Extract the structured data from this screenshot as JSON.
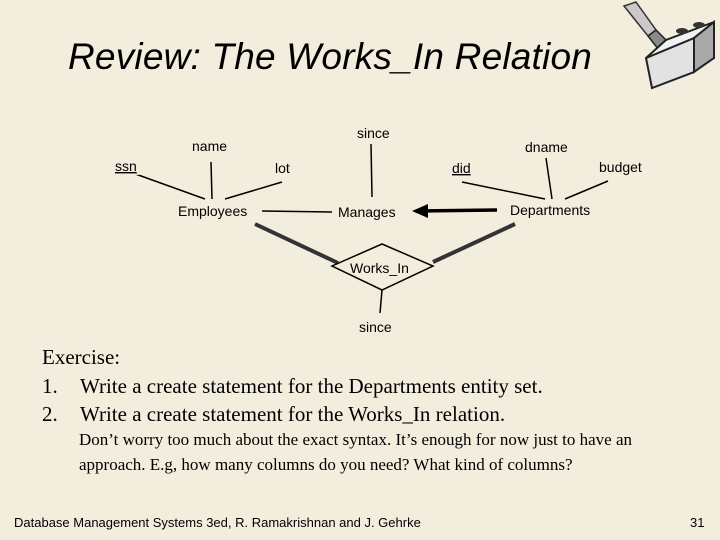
{
  "slide": {
    "title": "Review: The Works_In Relation",
    "exercise_heading": "Exercise:",
    "exercise_items": [
      {
        "num": "1.",
        "text": "Write a create statement for the Departments entity set."
      },
      {
        "num": "2.",
        "text": "Write a create statement for the Works_In relation."
      }
    ],
    "note": "Don’t worry too much about the exact syntax. It’s enough for now just to have an approach. E.g, how many columns do  you need? What kind of columns?",
    "footer": "Database Management Systems 3ed,  R. Ramakrishnan and J. Gehrke",
    "page_number": "31"
  },
  "diagram": {
    "entities": {
      "employees": "Employees",
      "departments": "Departments"
    },
    "relationships": {
      "manages": "Manages",
      "works_in": "Works_In"
    },
    "attributes": {
      "ssn": "ssn",
      "name": "name",
      "lot": "lot",
      "since_manages": "since",
      "did": "did",
      "dname": "dname",
      "budget": "budget",
      "since_works_in": "since"
    },
    "colors": {
      "background": "#f3eddd",
      "line": "#000000",
      "bold_line": "#333333"
    }
  }
}
